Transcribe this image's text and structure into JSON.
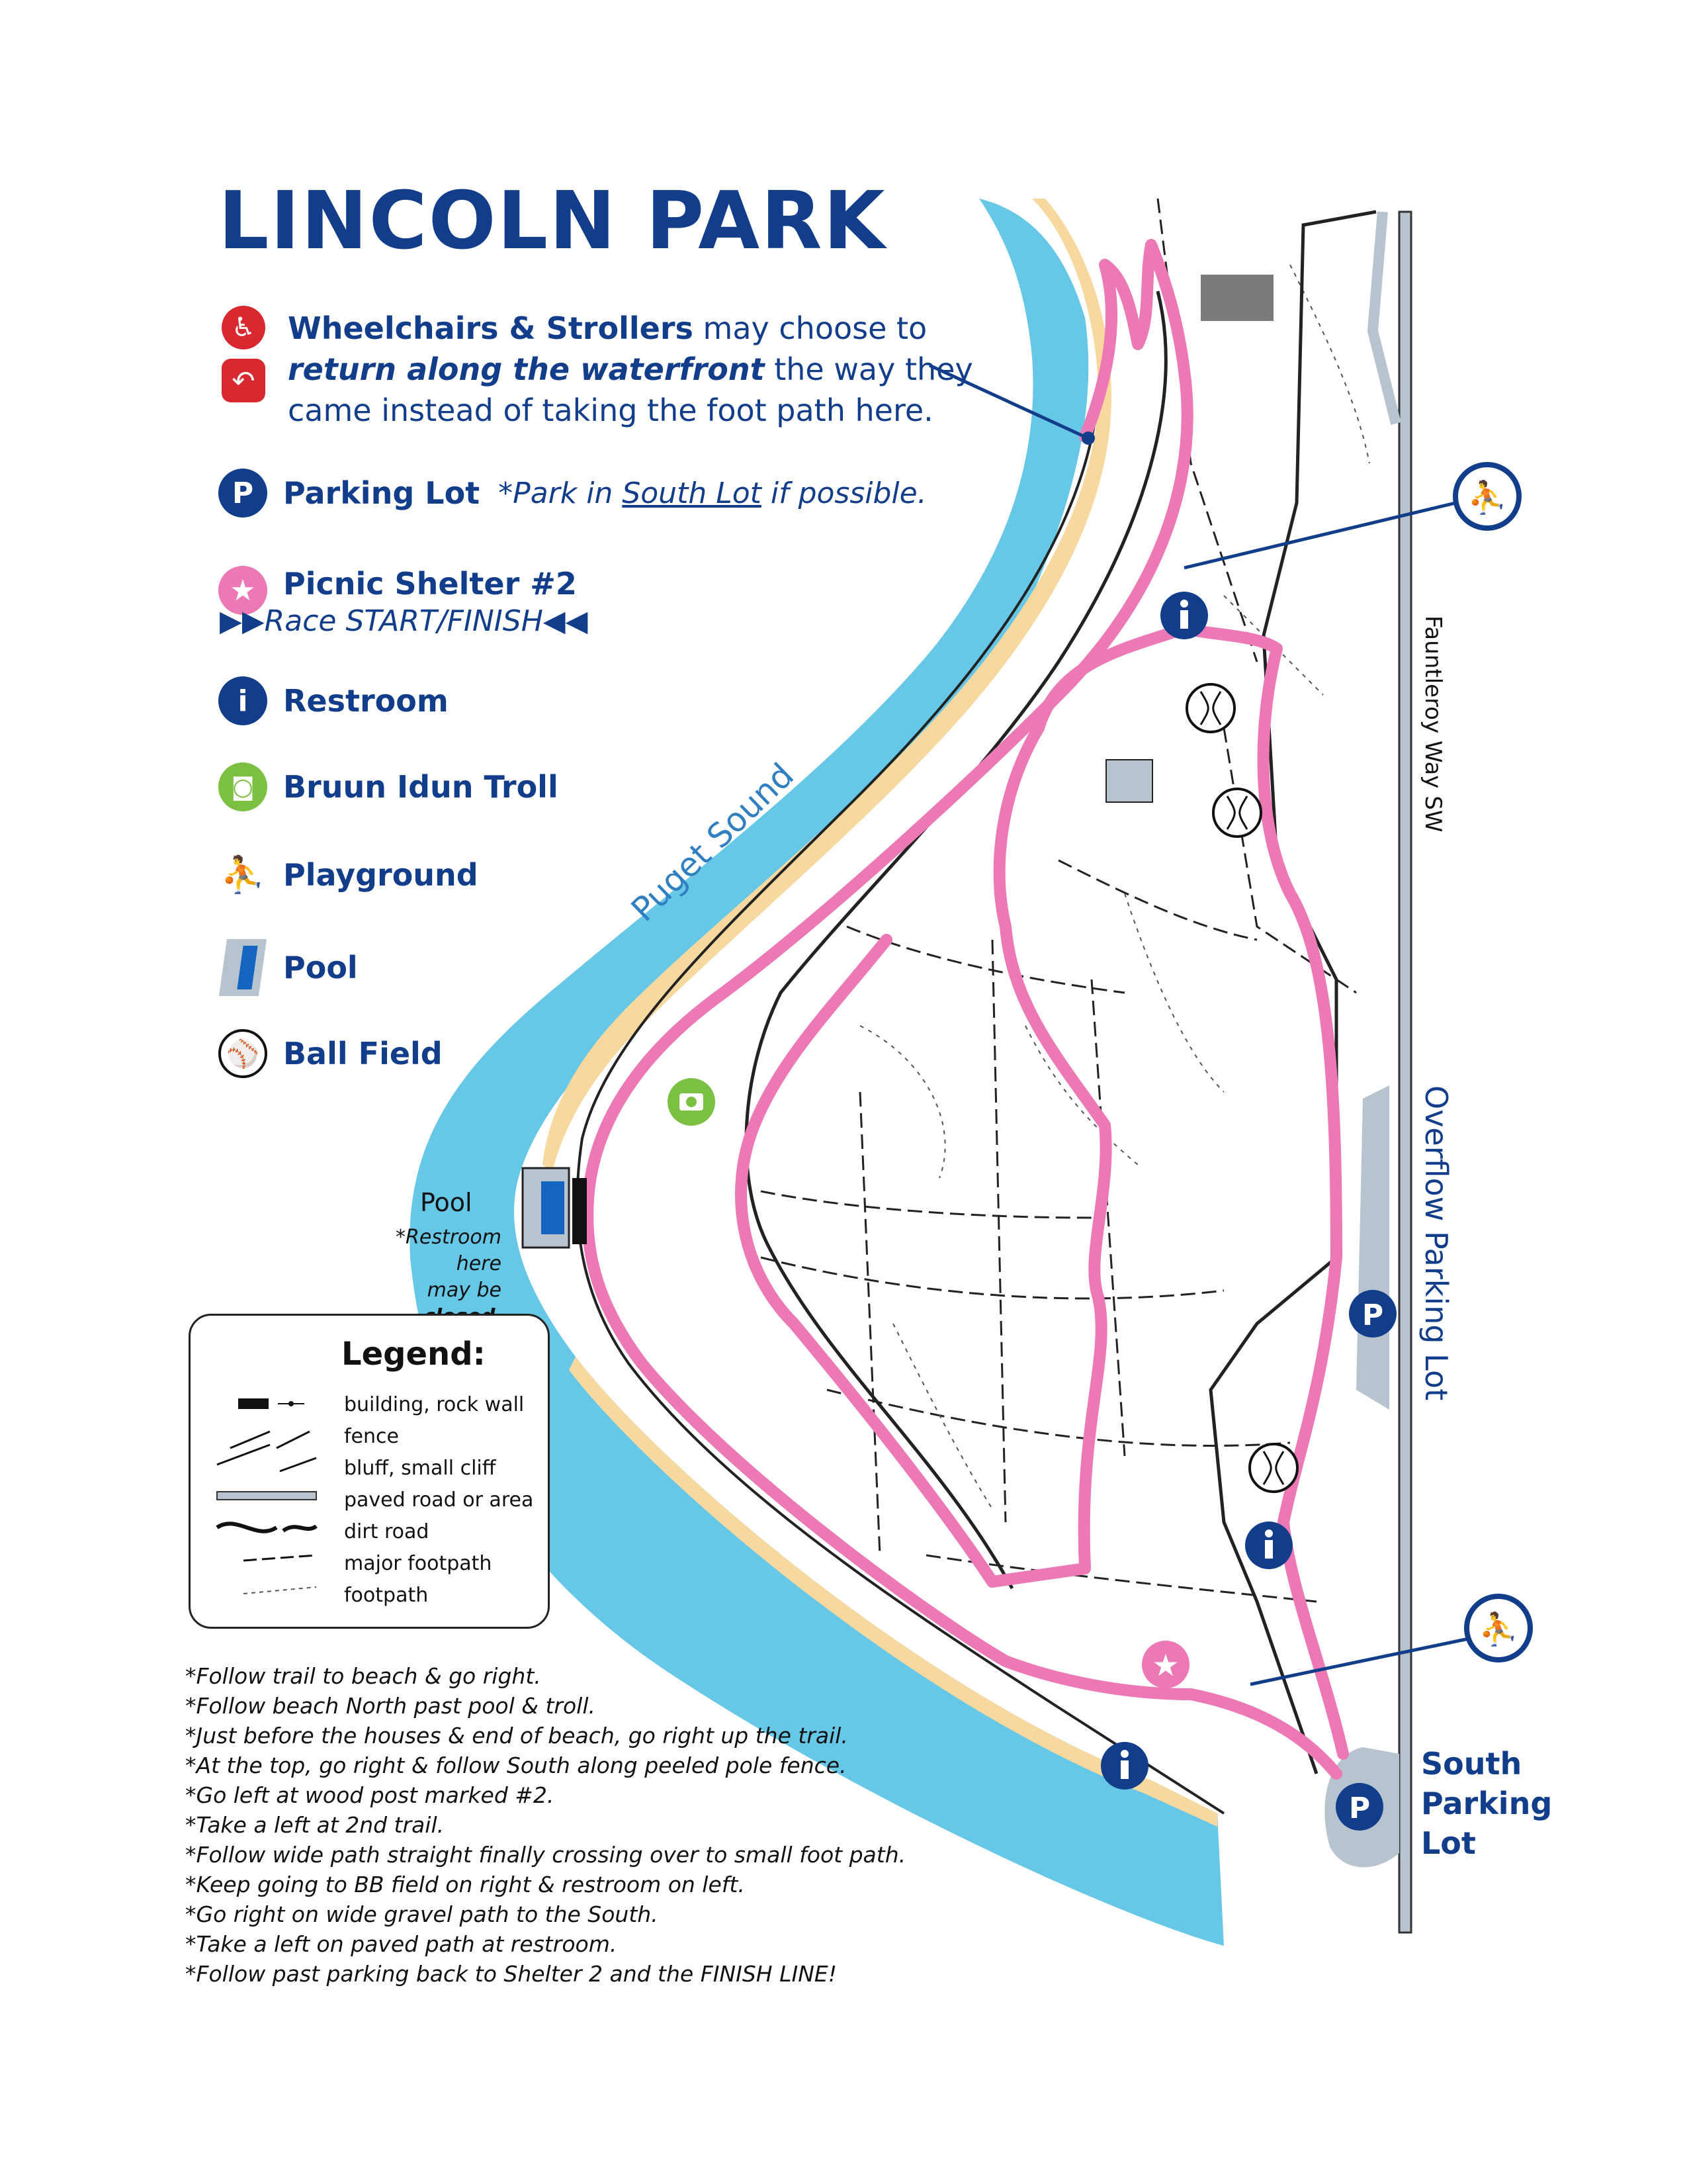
{
  "title": "LINCOLN PARK",
  "accessibility_note": {
    "part1": "Wheelchairs & Strollers",
    "part2": " may choose to ",
    "part3": "return along the waterfront",
    "part4": " the way they came instead of taking the foot path here."
  },
  "key": {
    "parking": {
      "label": "Parking Lot",
      "note_prefix": "*Park in ",
      "note_link": "South Lot",
      "note_suffix": " if possible.",
      "icon": "P"
    },
    "shelter": {
      "label": "Picnic Shelter #2",
      "sub": "▶▶Race START/FINISH◀◀"
    },
    "restroom": {
      "label": "Restroom"
    },
    "troll": {
      "label": "Bruun Idun Troll"
    },
    "playground": {
      "label": "Playground"
    },
    "pool": {
      "label": "Pool"
    },
    "ballfield": {
      "label": "Ball Field"
    }
  },
  "legend": {
    "title": "Legend:",
    "items": [
      "building, rock wall",
      "fence",
      "bluff, small cliff",
      "paved road or area",
      "dirt road",
      "major footpath",
      "footpath"
    ]
  },
  "map_labels": {
    "water": "Puget Sound",
    "street": "Fauntleroy Way SW",
    "overflow": "Overflow Parking Lot",
    "south_lot": [
      "South",
      "Parking",
      "Lot"
    ],
    "pool": "Pool",
    "pool_note_1": "*Restroom here",
    "pool_note_2a": "may be ",
    "pool_note_2b": "closed",
    "pool_note_2c": "."
  },
  "directions": [
    "*Follow trail to beach & go right.",
    "*Follow beach North past pool & troll.",
    "*Just before the houses & end of beach, go right up the trail.",
    "*At the top, go right & follow South along peeled pole fence.",
    "*Go left at wood post marked #2.",
    "*Take a left at 2nd trail.",
    "*Follow wide path straight finally crossing over to small foot path.",
    "*Keep going to BB field on right & restroom on left.",
    "*Go right on wide gravel path to the South.",
    "*Take a left on paved path at restroom.",
    "*Follow past parking back to Shelter 2 and the FINISH LINE!"
  ],
  "colors": {
    "brand_blue": "#123d8a",
    "route_pink": "#ec79b6",
    "water": "#66c8e6",
    "beach": "#f7d9a0",
    "troll_green": "#7cc043",
    "accessible_red": "#d9282f",
    "paved_gray": "#b7c3ce"
  }
}
